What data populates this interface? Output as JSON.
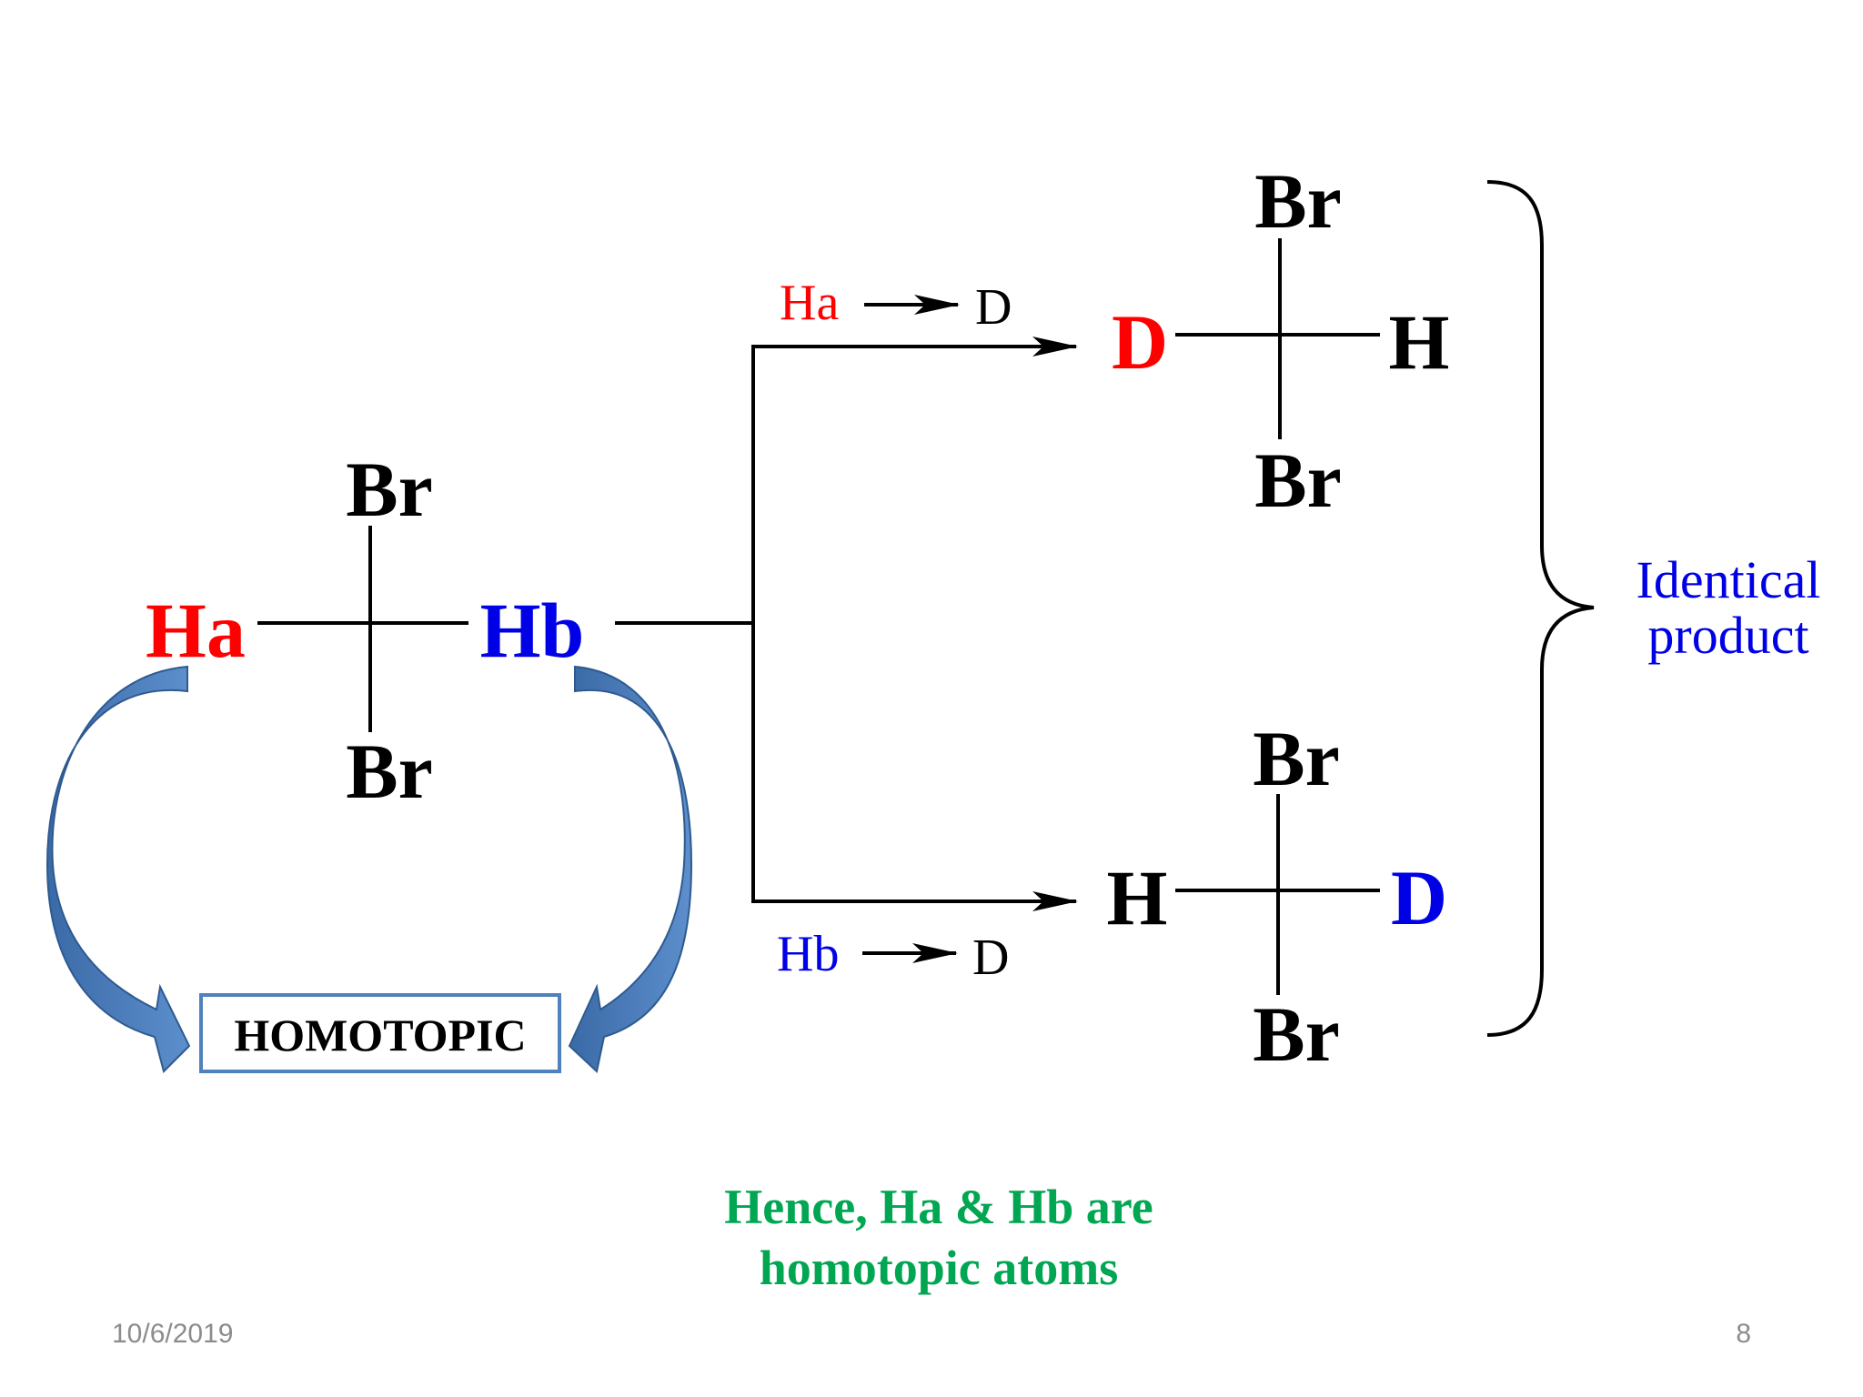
{
  "colors": {
    "red": "#ff0000",
    "blue": "#0000e6",
    "green": "#00a651",
    "black": "#000000",
    "arrow_blue": "#4f81bd",
    "box_border": "#4f81bd"
  },
  "reactant": {
    "top": "Br",
    "bottom": "Br",
    "left": "Ha",
    "right": "Hb"
  },
  "reactions": {
    "upper_label_from": "Ha",
    "upper_label_to": "D",
    "lower_label_from": "Hb",
    "lower_label_to": "D"
  },
  "product_upper": {
    "top": "Br",
    "bottom": "Br",
    "left": "D",
    "right": "H"
  },
  "product_lower": {
    "top": "Br",
    "bottom": "Br",
    "left": "H",
    "right": "D"
  },
  "identical_label_line1": "Identical",
  "identical_label_line2": "product",
  "homotopic_box": "HOMOTOPIC",
  "conclusion_line1": "Hence, Ha & Hb are",
  "conclusion_line2": "homotopic atoms",
  "footer": {
    "date": "10/6/2019",
    "page": "8"
  },
  "icons": [
    "curved-arrow-left-icon",
    "curved-arrow-right-icon"
  ]
}
